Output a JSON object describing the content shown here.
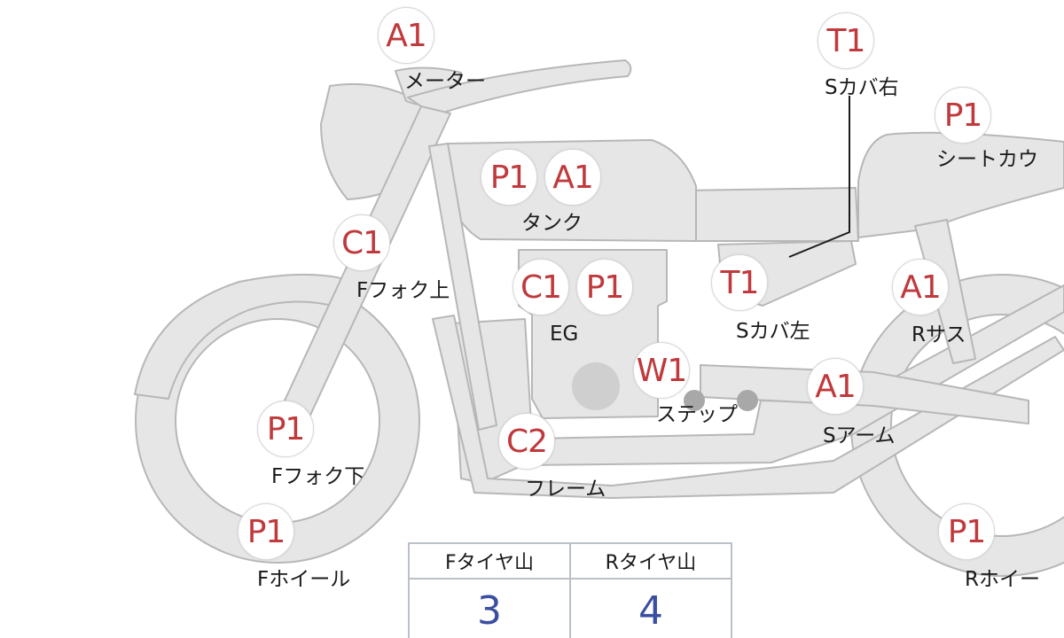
{
  "parts": {
    "meter": {
      "grade": "A1",
      "label": "メーター"
    },
    "tank": {
      "grades": [
        "P1",
        "A1"
      ],
      "label": "タンク"
    },
    "fork_upper": {
      "grade": "C1",
      "label": "Fフォク上"
    },
    "engine": {
      "grades": [
        "C1",
        "P1"
      ],
      "label": "EG"
    },
    "side_cover_left": {
      "grade": "T1",
      "label": "Sカバ左"
    },
    "side_cover_right": {
      "grade": "T1",
      "label": "Sカバ右"
    },
    "seat_cowl": {
      "grade": "P1",
      "label": "シートカウ"
    },
    "rear_suspension": {
      "grade": "A1",
      "label": "Rサス"
    },
    "step": {
      "grade": "W1",
      "label": "ステップ"
    },
    "swing_arm": {
      "grade": "A1",
      "label": "Sアーム"
    },
    "fork_lower": {
      "grade": "P1",
      "label": "Fフォク下"
    },
    "frame": {
      "grade": "C2",
      "label": "フレーム"
    },
    "front_wheel": {
      "grade": "P1",
      "label": "Fホイール"
    },
    "rear_wheel": {
      "grade": "P1",
      "label": "Rホイー"
    }
  },
  "tire_table": {
    "front_header": "Fタイヤ山",
    "rear_header": "Rタイヤ山",
    "front_value": "3",
    "rear_value": "4"
  },
  "colors": {
    "bike_fill": "#e6e6e6",
    "bike_stroke": "#b7b7b7",
    "grade_text": "#c0393c",
    "table_value_text": "#3b4fa0",
    "table_border": "#b9c0c7"
  }
}
